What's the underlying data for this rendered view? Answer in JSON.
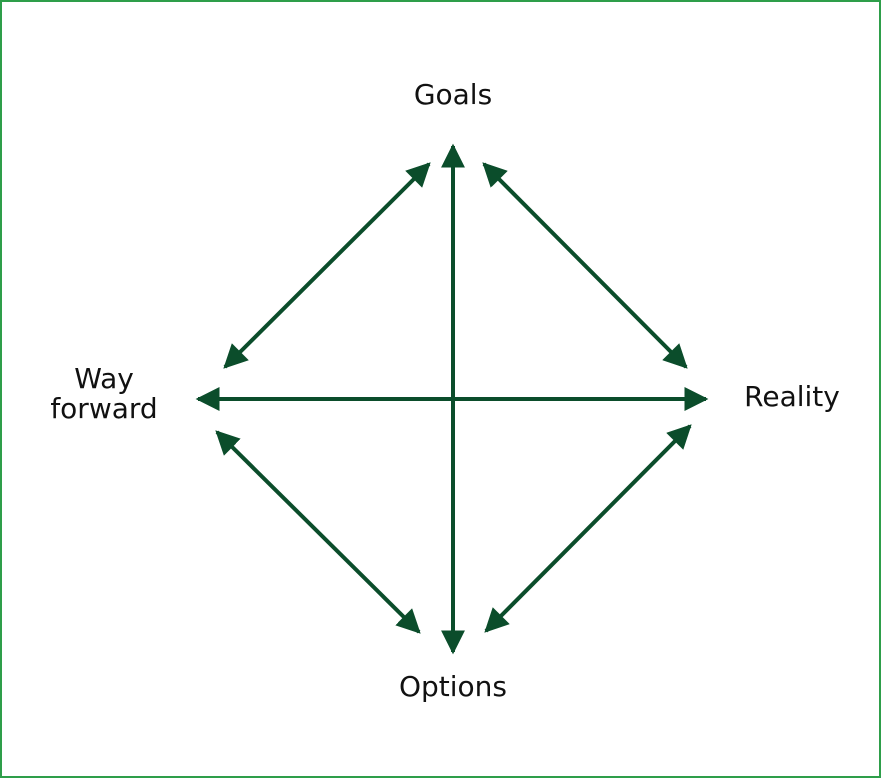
{
  "diagram": {
    "nodes": {
      "top": "Goals",
      "right": "Reality",
      "bottom": "Options",
      "left": "Way forward"
    },
    "connections": [
      {
        "from": "Goals",
        "to": "Options",
        "bidirectional": true
      },
      {
        "from": "Way forward",
        "to": "Reality",
        "bidirectional": true
      },
      {
        "from": "Goals",
        "to": "Reality",
        "bidirectional": true
      },
      {
        "from": "Goals",
        "to": "Way forward",
        "bidirectional": true
      },
      {
        "from": "Way forward",
        "to": "Options",
        "bidirectional": true
      },
      {
        "from": "Options",
        "to": "Reality",
        "bidirectional": true
      }
    ],
    "colors": {
      "arrow": "#0b4d2b",
      "border": "#2e9e4a",
      "text": "#111111"
    }
  }
}
